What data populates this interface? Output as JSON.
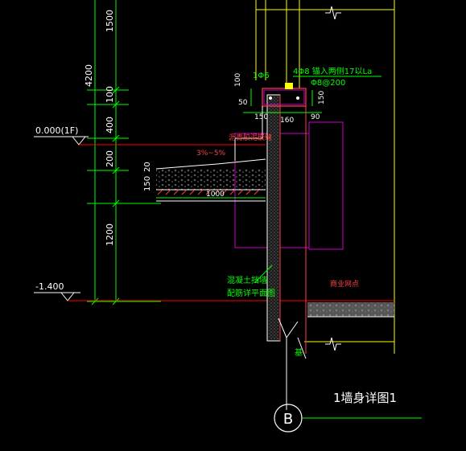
{
  "drawing": {
    "title": "1墙身详图1",
    "axis_label": "B",
    "dims_vertical": [
      "1500",
      "4200",
      "100",
      "400",
      "200",
      "1200"
    ],
    "levels": [
      "0.000(1F)",
      "-1.400"
    ],
    "rebar_note_1": "1Φ6",
    "rebar_note_2": "4Φ8 锚入两侧17以La",
    "rebar_note_3": "Φ8@200",
    "beam_dims": [
      "100",
      "150",
      "150",
      "160",
      "90",
      "50"
    ],
    "slope_note": "3%~5%",
    "seal_note": "沥青胶泥嵌缝",
    "pav_dims": [
      "150",
      "20"
    ],
    "pav_width": "1000",
    "room_label": "商业网点",
    "wall_note_1": "混凝土挡墙",
    "wall_note_2": "配筋详平面图",
    "foundation_mark": "基"
  },
  "colors": {
    "background": "#000000",
    "dimension": "#00ff00",
    "text": "#ffffff",
    "level": "#ff0000",
    "frame": "#cc00cc",
    "axis": "#ffff00"
  }
}
